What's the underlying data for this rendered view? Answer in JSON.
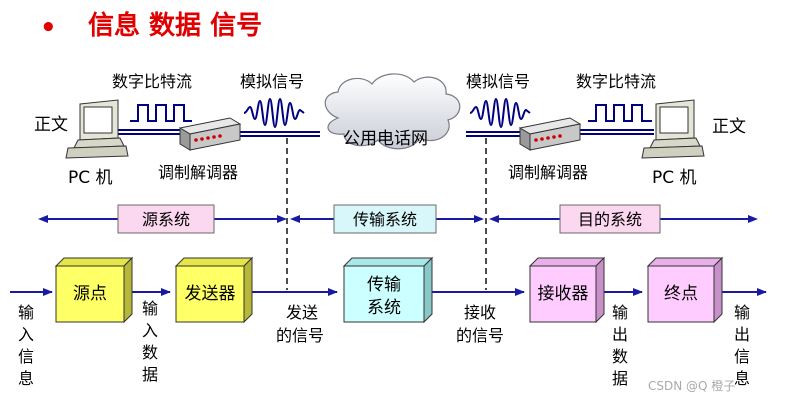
{
  "heading": {
    "bullet": "•",
    "title": "信息 数据 信号",
    "title_color": "#e00000"
  },
  "labels": {
    "left_digital": "数字比特流",
    "left_analog": "模拟信号",
    "right_analog": "模拟信号",
    "right_digital": "数字比特流",
    "left_text": "正文",
    "right_text": "正文",
    "left_pc": "PC 机",
    "right_pc": "PC 机",
    "left_modem": "调制解调器",
    "right_modem": "调制解调器",
    "cloud": "公用电话网"
  },
  "systems": {
    "source": "源系统",
    "transmission": "传输系统",
    "destination": "目的系统"
  },
  "blocks": {
    "source_point": "源点",
    "transmitter": "发送器",
    "transmission_1": "传输",
    "transmission_2": "系统",
    "receiver": "接收器",
    "destination_point": "终点"
  },
  "flow_labels": {
    "input_info": [
      "输",
      "入",
      "信",
      "息"
    ],
    "input_data": [
      "输",
      "入",
      "数",
      "据"
    ],
    "sent_1": "发送",
    "sent_2": "的信号",
    "recv_1": "接收",
    "recv_2": "的信号",
    "output_data": [
      "输",
      "出",
      "数",
      "据"
    ],
    "output_info": [
      "输",
      "出",
      "信",
      "息"
    ]
  },
  "watermark": "CSDN @Q 橙子",
  "colors": {
    "block_yellow": "#ffff66",
    "block_cyan": "#ccffff",
    "block_pink": "#ffccff",
    "flow_blue": "#1a1aa0",
    "signal_blue": "#000080"
  }
}
